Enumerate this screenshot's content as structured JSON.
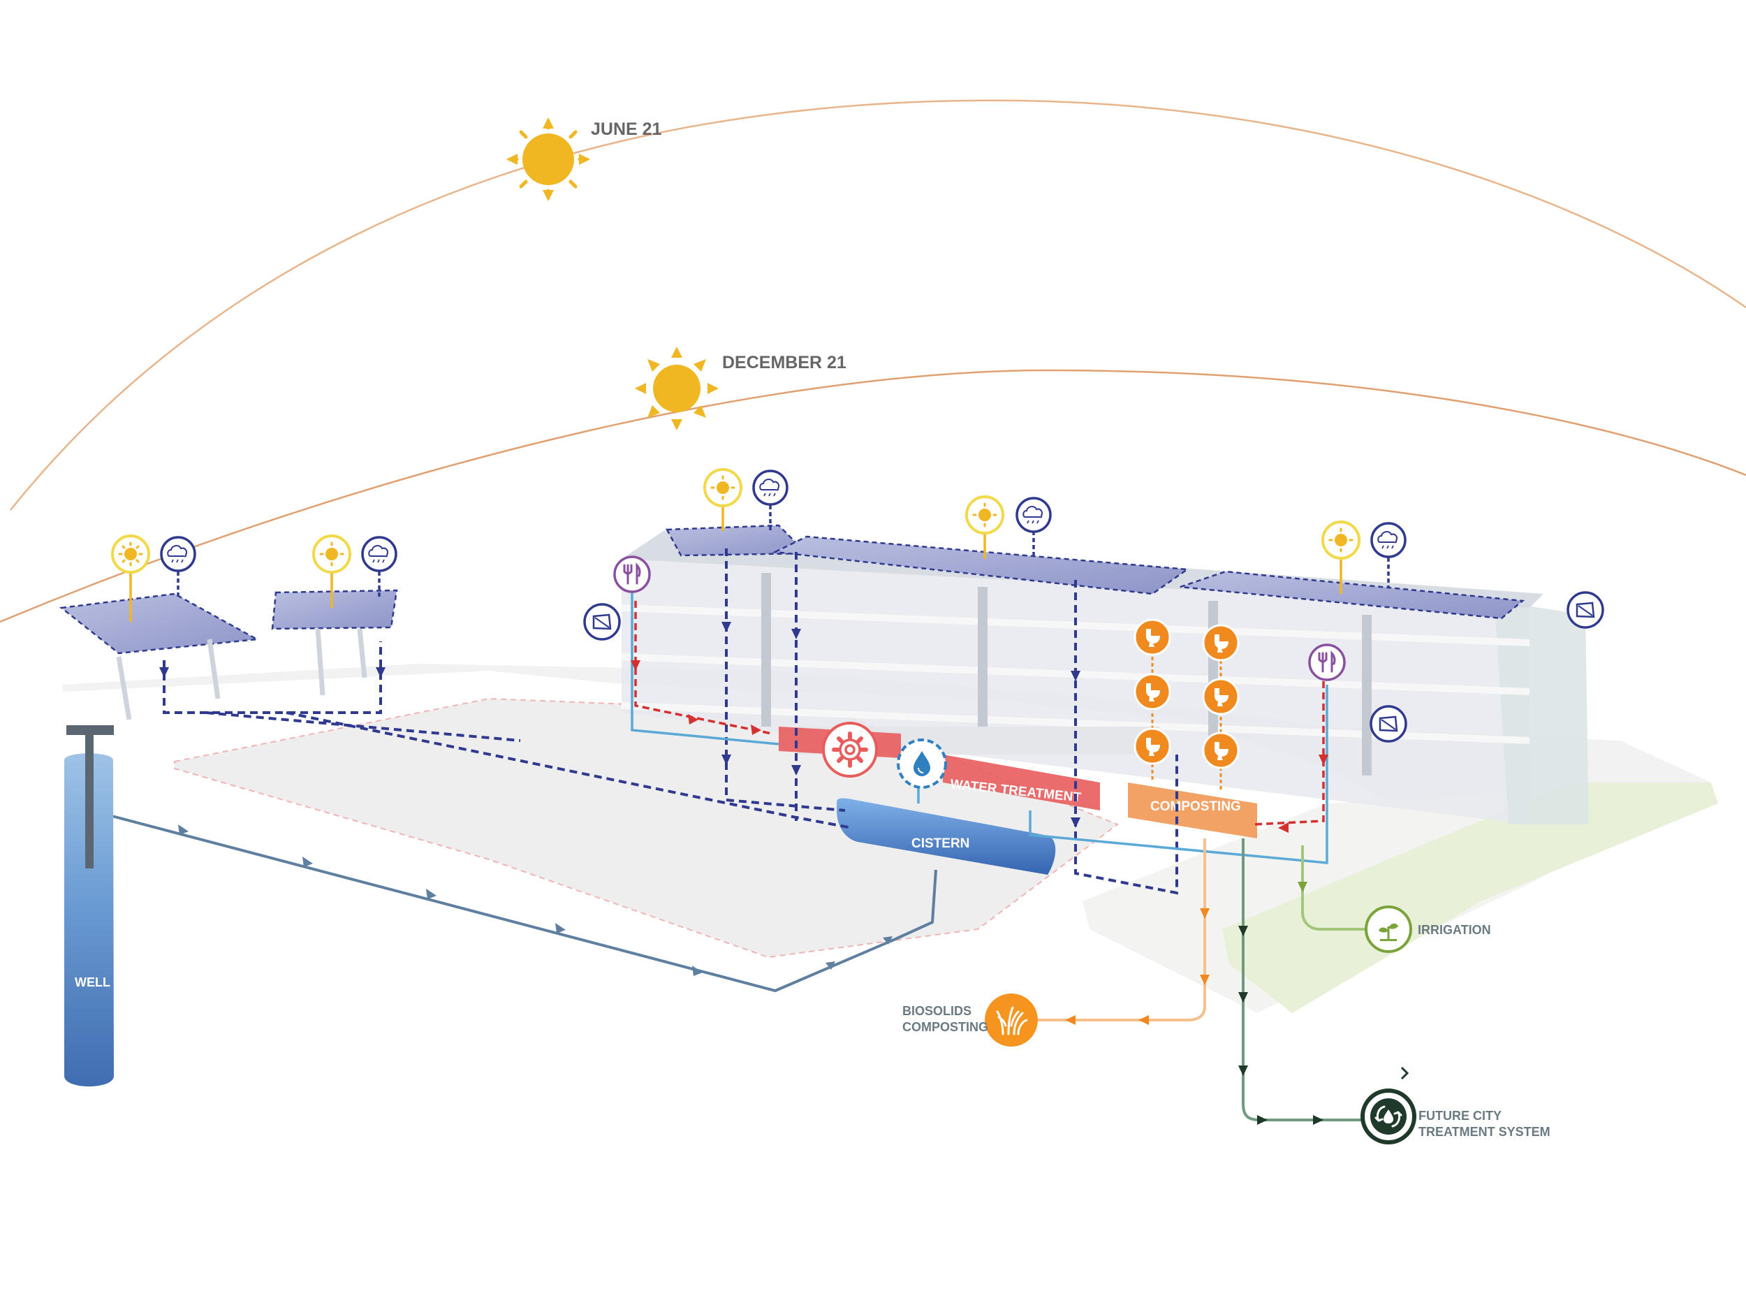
{
  "sun_paths": {
    "summer_label": "JUNE 21",
    "winter_label": "DECEMBER 21"
  },
  "labels": {
    "well": "WELL",
    "cistern": "CISTERN",
    "water_treatment": "WATER TREATMENT",
    "composting": "COMPOSTING",
    "irrigation": "IRRIGATION",
    "biosolids_line1": "BIOSOLIDS",
    "biosolids_line2": "COMPOSTING",
    "city_line1": "FUTURE CITY",
    "city_line2": "TREATMENT SYSTEM"
  },
  "colors": {
    "sun": "#f0b722",
    "sun_path": "#e0a070",
    "rainwater": "#2f3a8f",
    "potable": "#5aa9d6",
    "wastewater": "#d62f2f",
    "well_pipe": "#5e7fa0",
    "composting": "#f08a1e",
    "irrigation": "#7aa43a",
    "city": "#1f3a2a",
    "food": "#8a4f9e"
  },
  "icons": {
    "sun": "sun-icon",
    "rain": "rain-cloud-icon",
    "food": "fork-knife-icon",
    "window": "window-icon",
    "toilet": "toilet-icon",
    "gear": "gear-icon",
    "drop": "water-drop-icon",
    "plant": "plant-icon",
    "grass": "grass-icon",
    "recycle": "recycle-icon"
  }
}
